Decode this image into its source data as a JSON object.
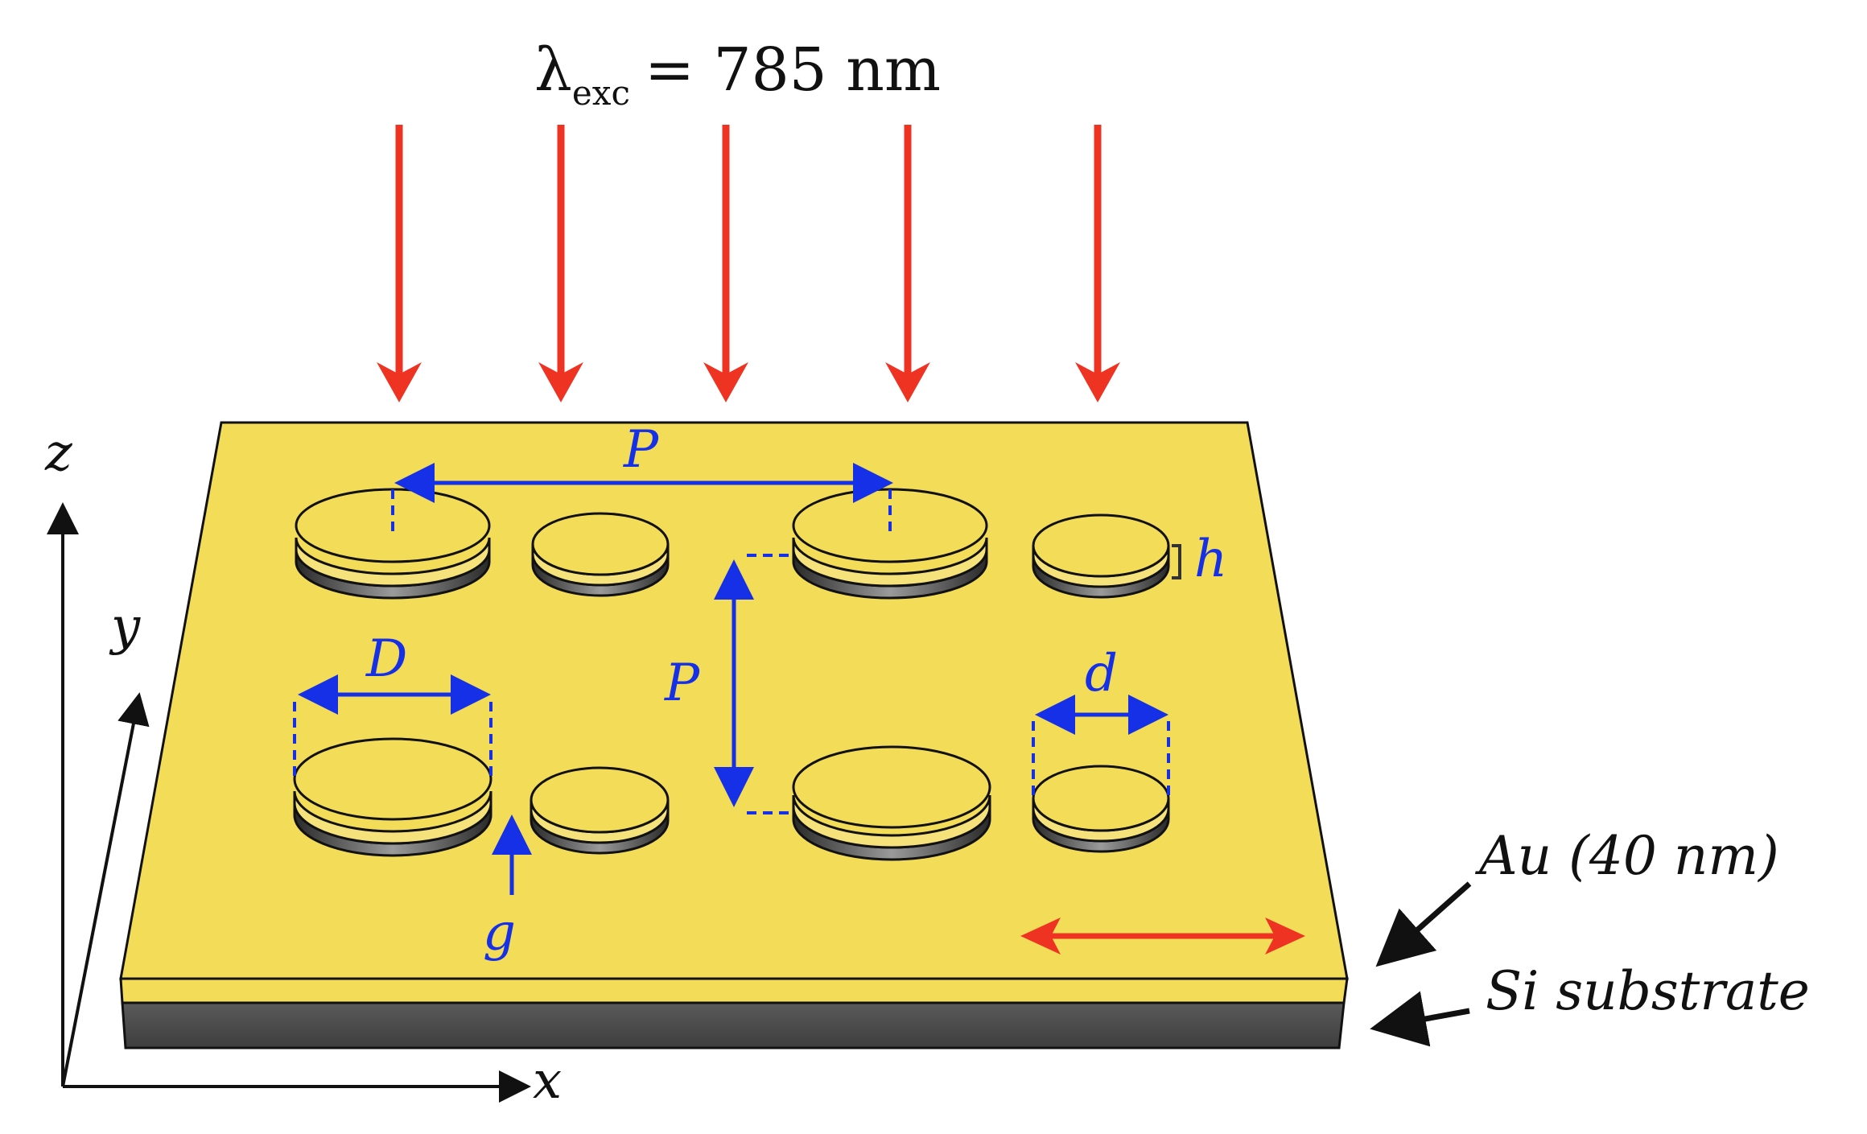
{
  "excitation": {
    "lambda_symbol": "λ",
    "lambda_subscript": "exc",
    "equals_value": "= 785 nm"
  },
  "labels": {
    "period_horizontal": "P",
    "period_vertical": "P",
    "large_diameter": "D",
    "small_diameter": "d",
    "gap": "g",
    "height": "h",
    "axis_x": "x",
    "axis_y": "y",
    "axis_z": "z",
    "gold_layer": "Au (40 nm)",
    "substrate": "Si substrate"
  },
  "colors": {
    "gold": "#F3DC57",
    "gold_edge": "#E9CF3A",
    "silicon": "#555555",
    "excitation_arrow": "#EE3322",
    "dimension_blue": "#1530E6",
    "outline": "#111111"
  },
  "icons": {
    "incident_arrows": "arrow-down-icon",
    "polarization": "double-arrow-icon"
  }
}
